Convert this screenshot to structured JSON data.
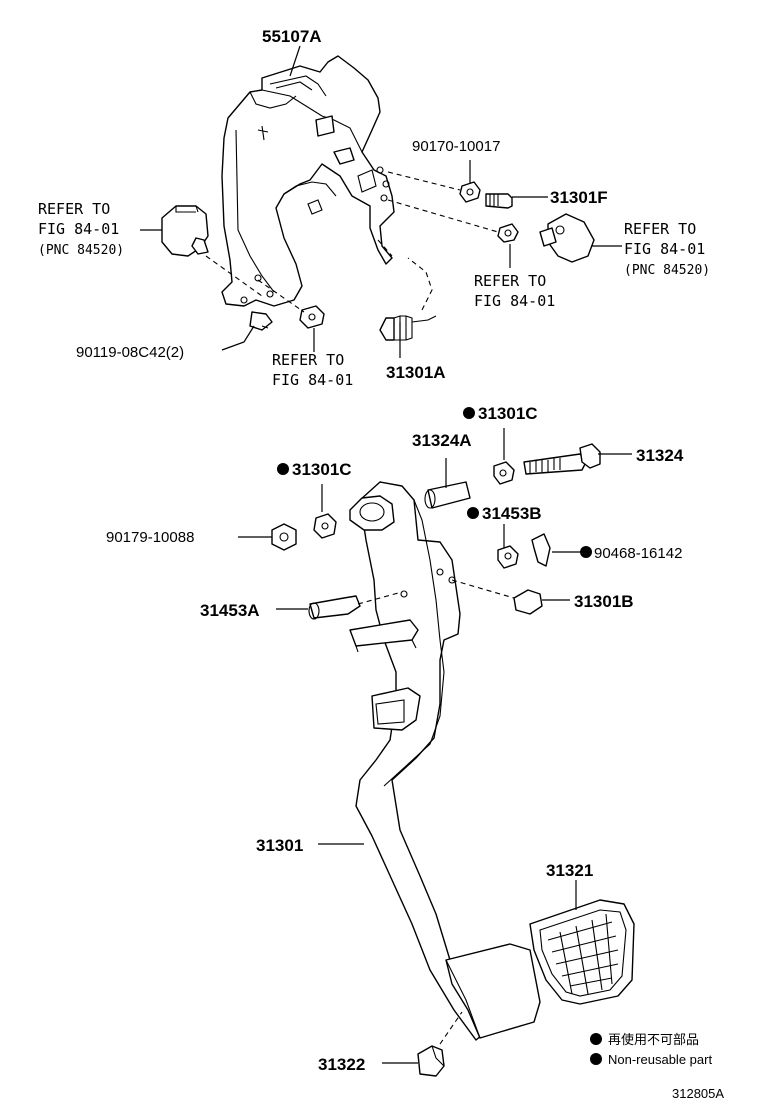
{
  "labels": {
    "p55107a": "55107A",
    "p90170": "90170-10017",
    "p31301f": "31301F",
    "refer_left_1": "REFER TO",
    "refer_left_2": "FIG 84-01",
    "refer_left_3": "(PNC 84520)",
    "refer_right_1": "REFER TO",
    "refer_right_2": "FIG 84-01",
    "refer_right_3": "(PNC 84520)",
    "refer_mid_1": "REFER TO",
    "refer_mid_2": "FIG 84-01",
    "refer_bot_1": "REFER TO",
    "refer_bot_2": "FIG 84-01",
    "p90119": "90119-08C42(2)",
    "p31301a": "31301A",
    "p31301c_top": "31301C",
    "p31324a": "31324A",
    "p31324": "31324",
    "p31301c_left": "31301C",
    "p90179": "90179-10088",
    "p31453b": "31453B",
    "p90468": "90468-16142",
    "p31453a": "31453A",
    "p31301b": "31301B",
    "p31301": "31301",
    "p31321": "31321",
    "p31322": "31322",
    "legend_jp": "再使用不可部品",
    "legend_en": "Non-reusable part",
    "figure_id": "312805A"
  }
}
